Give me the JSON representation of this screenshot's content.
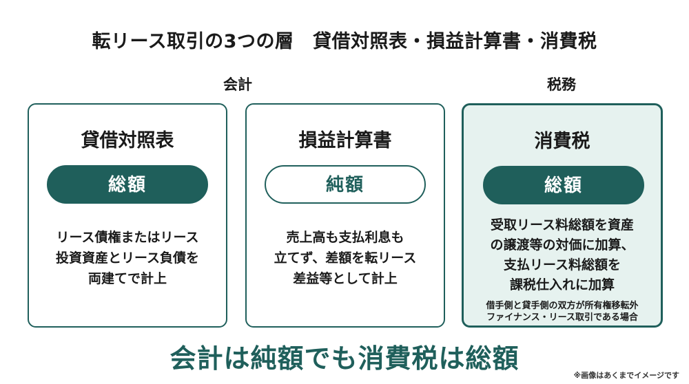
{
  "title": "転リース取引の3つの層　貸借対照表・損益計算書・消費税",
  "groups": {
    "accounting": "会計",
    "tax": "税務"
  },
  "cards": [
    {
      "title": "貸借対照表",
      "badge": "総額",
      "description": [
        "リース債権またはリース",
        "投資資産とリース負債を",
        "両建てで計上"
      ]
    },
    {
      "title": "損益計算書",
      "badge": "純額",
      "description": [
        "売上高も支払利息も",
        "立てず、差額を転リース",
        "差益等として計上"
      ]
    },
    {
      "title": "消費税",
      "badge": "総額",
      "description": [
        "受取リース料総額を資産",
        "の譲渡等の対価に加算、",
        "支払リース料総額を",
        "課税仕入れに加算"
      ],
      "note": [
        "借手側と貸手側の双方が所有権移転外",
        "ファイナンス・リース取引である場合"
      ]
    }
  ],
  "conclusion": "会計は純額でも消費税は総額",
  "disclaimer": "※画像はあくまでイメージです",
  "colors": {
    "accent": "#1f5f5b",
    "tax_card_bg": "#e6f2ef"
  }
}
